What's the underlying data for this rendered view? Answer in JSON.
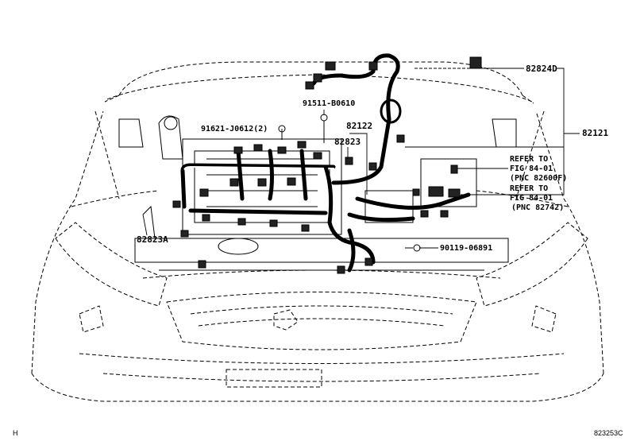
{
  "labels": {
    "p82824d": "82824D",
    "p82121": "82121",
    "p91511": "91511-B0610",
    "p91621": "91621-J0612(2)",
    "p82122": "82122",
    "p82823": "82823",
    "p82823a": "82823A",
    "p90119": "90119-06891",
    "refer1_line1": "REFER TO",
    "refer1_line2": "FIG 84-01",
    "refer1_line3": "(PNC 82600F)",
    "refer2_line1": "REFER TO",
    "refer2_line2": "FIG 84-01",
    "refer2_line3": "(PNC 82742)"
  },
  "corner": {
    "left": "H",
    "right": "823253C"
  }
}
